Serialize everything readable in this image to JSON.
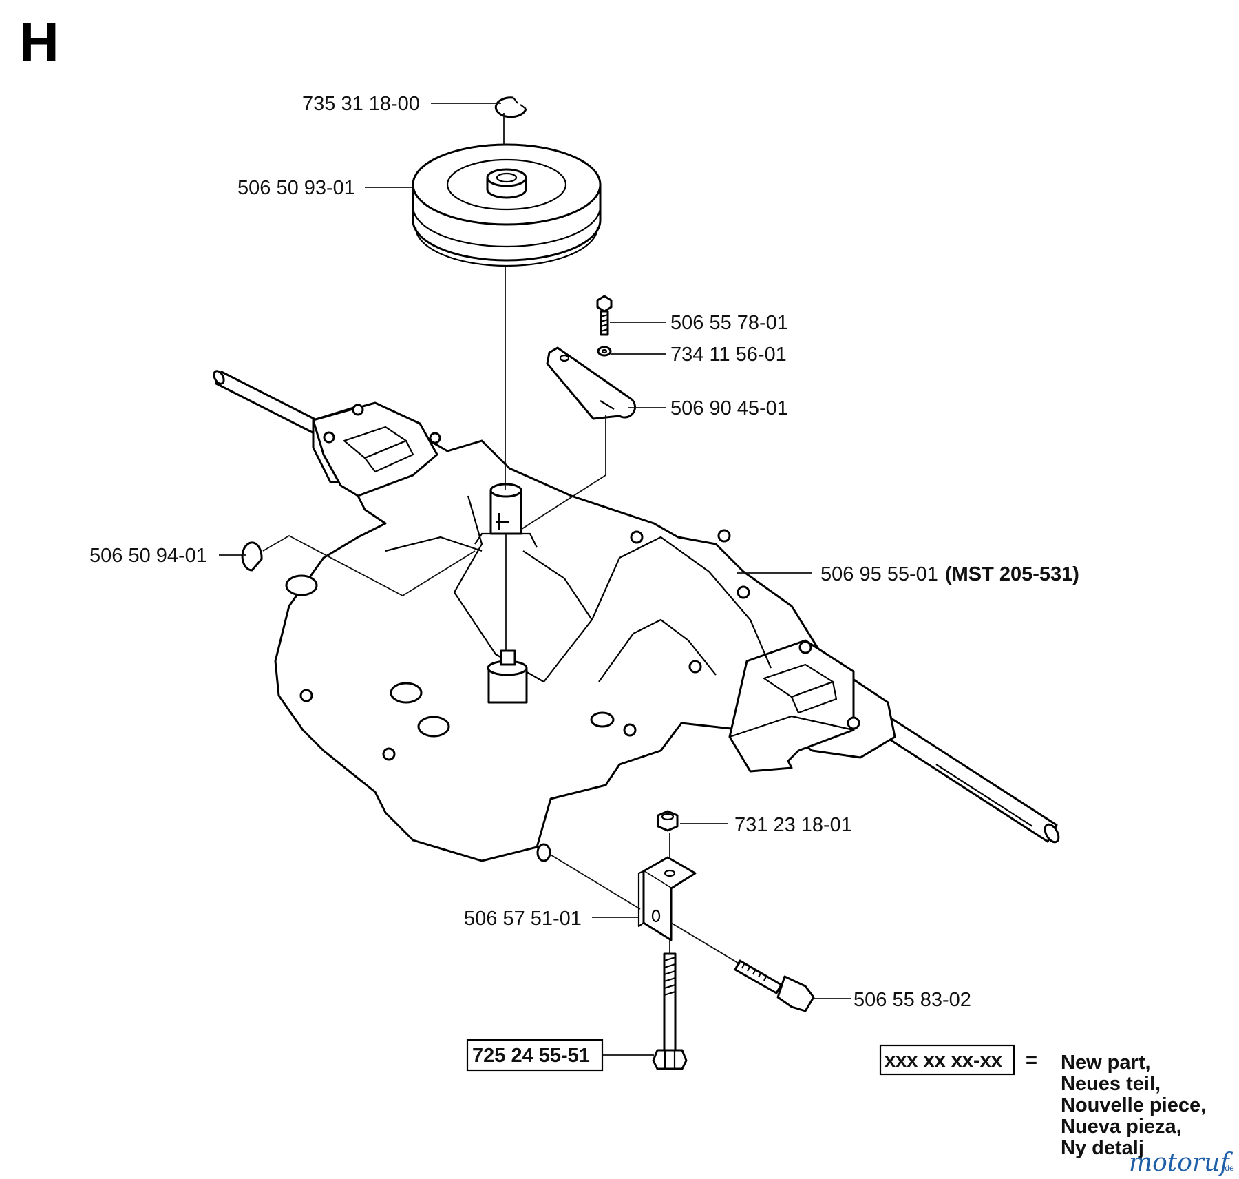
{
  "section_letter": "H",
  "parts": {
    "circlip": "735 31 18-00",
    "pulley": "506 50 93-01",
    "bolt_top": "506 55 78-01",
    "washer": "734 11 56-01",
    "arm": "506 90 45-01",
    "key": "506 50 94-01",
    "transaxle": "506 95 55-01",
    "transaxle_model": "(MST 205-531)",
    "nut": "731 23 18-01",
    "bracket": "506 57 51-01",
    "bolt_side": "506 55 83-02",
    "bolt_bottom": "725 24 55-51"
  },
  "legend": {
    "key": "xxx xx xx-xx",
    "equals": "=",
    "lines": [
      "New part,",
      "Neues teil,",
      "Nouvelle piece,",
      "Nueva pieza,",
      "Ny detalj"
    ]
  },
  "watermark": {
    "name": "motoruf",
    "suffix": ".de"
  },
  "colors": {
    "line": "#000000",
    "background": "#ffffff",
    "watermark": "#1f5fa8"
  }
}
